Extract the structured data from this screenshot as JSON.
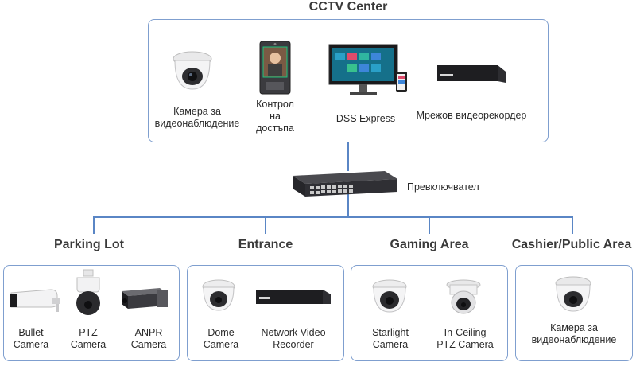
{
  "center": {
    "title": "CCTV Center",
    "devices": [
      {
        "label_l1": "Камера за",
        "label_l2": "видеонаблюдение",
        "icon": "dome-camera-icon"
      },
      {
        "label_l1": "Контрол",
        "label_l2": "на",
        "label_l3": "достъпа",
        "icon": "access-control-terminal-icon"
      },
      {
        "label": "DSS Express",
        "icon": "monitor-phone-icon"
      },
      {
        "label": "Мрежов видеорекордер",
        "icon": "nvr-icon"
      }
    ]
  },
  "switch": {
    "label": "Превключвател",
    "icon": "network-switch-icon"
  },
  "zones": [
    {
      "title": "Parking Lot",
      "devices": [
        {
          "l1": "Bullet",
          "l2": "Camera",
          "icon": "bullet-camera-icon"
        },
        {
          "l1": "PTZ",
          "l2": "Camera",
          "icon": "ptz-camera-icon"
        },
        {
          "l1": "ANPR",
          "l2": "Camera",
          "icon": "anpr-camera-icon"
        }
      ]
    },
    {
      "title": "Entrance",
      "devices": [
        {
          "l1": "Dome",
          "l2": "Camera",
          "icon": "dome-camera-icon"
        },
        {
          "l1": "Network Video",
          "l2": "Recorder",
          "icon": "nvr-icon"
        }
      ]
    },
    {
      "title": "Gaming Area",
      "devices": [
        {
          "l1": "Starlight",
          "l2": "Camera",
          "icon": "starlight-dome-camera-icon"
        },
        {
          "l1": "In-Ceiling",
          "l2": "PTZ Camera",
          "icon": "in-ceiling-ptz-camera-icon"
        }
      ]
    },
    {
      "title": "Cashier/Public Area",
      "devices": [
        {
          "l1": "Камера за",
          "l2": "видеонаблюдение",
          "icon": "dome-camera-icon"
        }
      ]
    }
  ],
  "colors": {
    "line": "#5a86c5",
    "box_border": "#7f9fcf",
    "screen": "#1f7a8c"
  }
}
